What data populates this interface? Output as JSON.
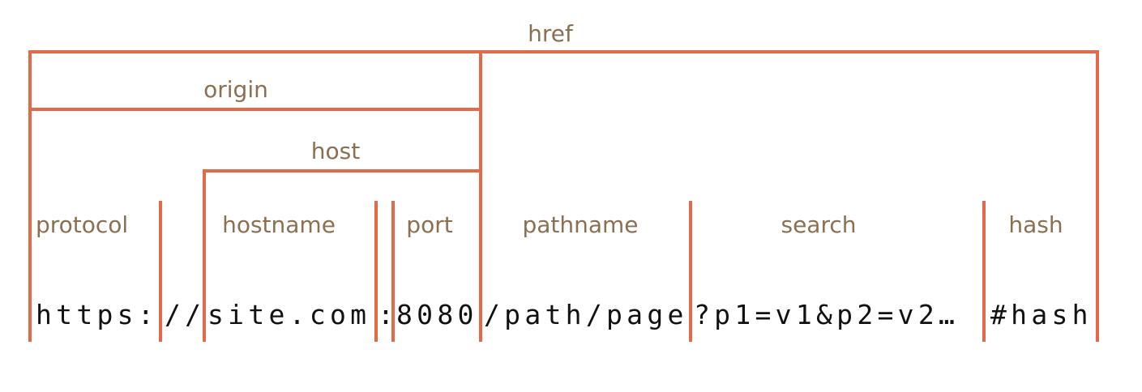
{
  "colors": {
    "bracket": "#e06a4a",
    "label": "#8a7050",
    "url_text": "#111111"
  },
  "labels": {
    "href": "href",
    "origin": "origin",
    "host": "host",
    "protocol": "protocol",
    "hostname": "hostname",
    "port": "port",
    "pathname": "pathname",
    "search": "search",
    "hash": "hash"
  },
  "url": {
    "protocol": "https:",
    "slashes": "//",
    "hostname": "site.com",
    "colon": ":",
    "port": "8080",
    "pathname": "/path/page",
    "search": "?p1=v1&p2=v2…",
    "hash": "#hash"
  }
}
